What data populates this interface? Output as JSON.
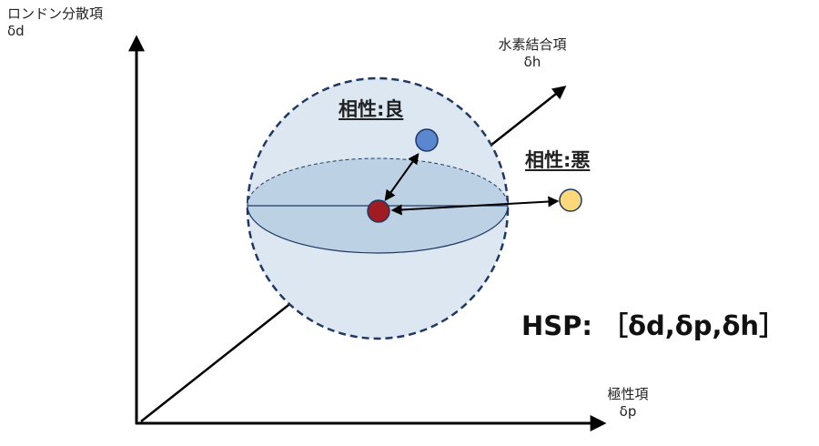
{
  "axes": {
    "vertical": {
      "name": "ロンドン分散項",
      "symbol": "δd"
    },
    "diagonal": {
      "name": "水素結合項",
      "symbol": "δh"
    },
    "horizontal": {
      "name": "極性項",
      "symbol": "δp"
    }
  },
  "labels": {
    "good": "相性:良",
    "bad": "相性:悪",
    "hsp": "HSP: ［δd,δp,δh］"
  },
  "colors": {
    "sphere_fill": "#dce7f1",
    "sphere_border": "#1f3864",
    "center_point": "#a01c22",
    "good_point": "#5b86d0",
    "bad_point": "#fbd97a"
  }
}
